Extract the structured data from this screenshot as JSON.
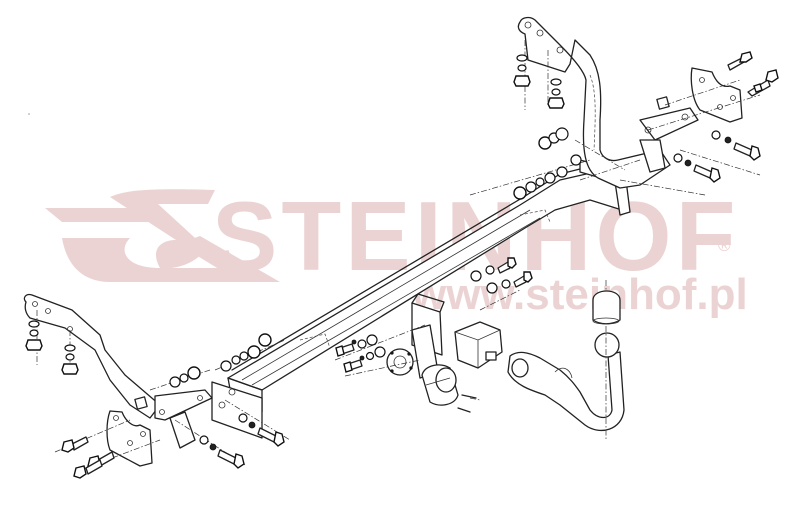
{
  "diagram": {
    "type": "exploded-view assembly drawing",
    "subject": "tow bar / towing hitch",
    "watermark": {
      "brand": "STEINHOF",
      "registered_mark": "®",
      "url": "www.steinhof.pl",
      "color": "#ecd3d3"
    },
    "line_color": "#222222",
    "background": "#ffffff",
    "components": [
      {
        "id": "right-side-bracket",
        "label": "Right side mounting arm"
      },
      {
        "id": "right-reinforcement-plate",
        "label": "Right reinforcement plate"
      },
      {
        "id": "left-side-bracket",
        "label": "Left side mounting arm"
      },
      {
        "id": "left-reinforcement-plate",
        "label": "Left reinforcement plate"
      },
      {
        "id": "main-crossbar",
        "label": "Main cross beam"
      },
      {
        "id": "socket-plate",
        "label": "Electrical socket plate"
      },
      {
        "id": "electrical-socket",
        "label": "Electrical socket"
      },
      {
        "id": "tow-ball-receiver",
        "label": "Detachable ball receiver"
      },
      {
        "id": "tow-ball-neck",
        "label": "Detachable tow ball neck"
      },
      {
        "id": "ball-cap",
        "label": "Tow ball cap"
      },
      {
        "id": "square-spacer",
        "label": "Square spacer nut"
      },
      {
        "id": "fasteners",
        "label": "Bolts, washers and nuts"
      }
    ]
  }
}
